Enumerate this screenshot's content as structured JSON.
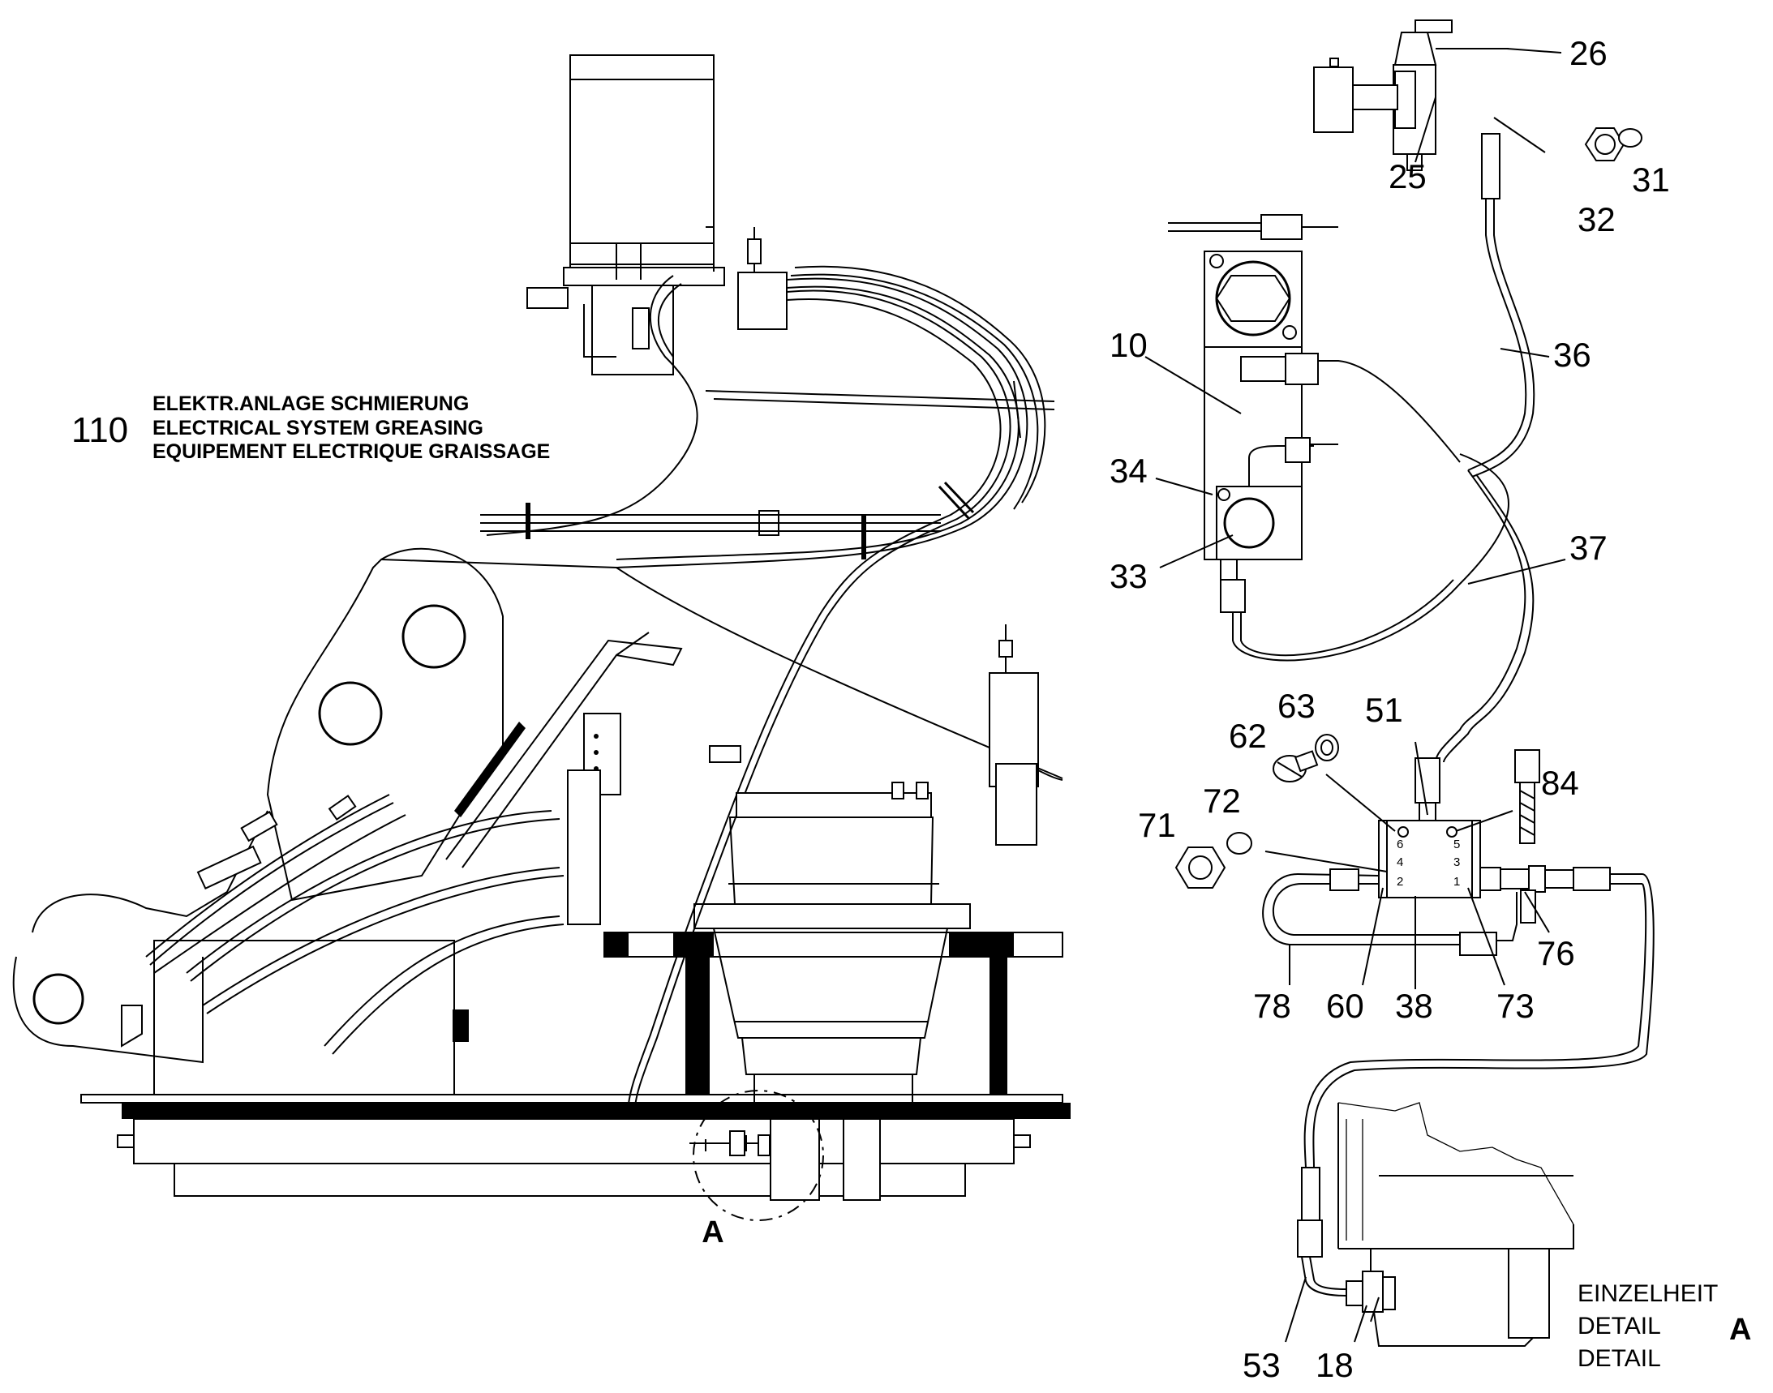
{
  "title_block": {
    "number": "110",
    "line_de": "ELEKTR.ANLAGE SCHMIERUNG",
    "line_en": "ELECTRICAL SYSTEM GREASING",
    "line_fr": "EQUIPEMENT ELECTRIQUE GRAISSAGE"
  },
  "detail_callout": "A",
  "detail_label": {
    "line_de": "EINZELHEIT",
    "line_en": "DETAIL",
    "line_fr": "DETAIL",
    "letter": "A"
  },
  "part_numbers": [
    "26",
    "25",
    "32",
    "31",
    "10",
    "36",
    "34",
    "33",
    "37",
    "63",
    "51",
    "62",
    "84",
    "72",
    "71",
    "76",
    "78",
    "60",
    "38",
    "73",
    "53",
    "18"
  ],
  "distributor_ports": [
    "6",
    "5",
    "4",
    "3",
    "2",
    "1"
  ]
}
